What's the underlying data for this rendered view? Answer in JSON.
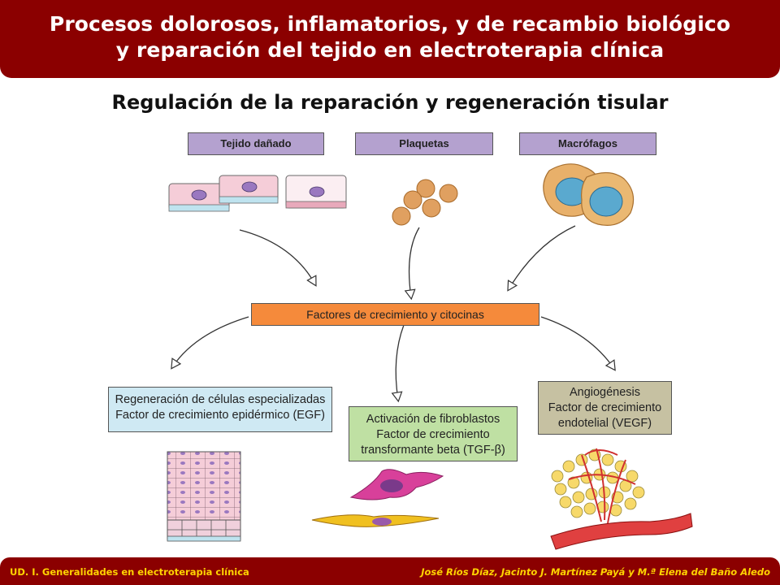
{
  "header": {
    "title_line1": "Procesos dolorosos, inflamatorios, y de recambio biológico",
    "title_line2": "y reparación del tejido en electroterapia clínica"
  },
  "subtitle": "Regulación de la reparación y regeneración tisular",
  "sources": [
    {
      "label": "Tejido dañado"
    },
    {
      "label": "Plaquetas"
    },
    {
      "label": "Macrófagos"
    }
  ],
  "center": {
    "label": "Factores de crecimiento y citocinas"
  },
  "outcomes": {
    "regeneration": {
      "line1": "Regeneración de células especializadas",
      "line2": "Factor de crecimiento epidérmico (EGF)"
    },
    "fibroblasts": {
      "line1": "Activación de fibroblastos",
      "line2": "Factor de crecimiento",
      "line3": "transformante beta (TGF-β)"
    },
    "angiogenesis": {
      "line1": "Angiogénesis",
      "line2": "Factor de crecimiento",
      "line3": "endotelial (VEGF)"
    }
  },
  "footer": {
    "left": "UD. I. Generalidades en electroterapia clínica",
    "right": "José Ríos Díaz, Jacinto J. Martínez Payá y M.ª Elena del Baño Aledo"
  },
  "colors": {
    "header_bg": "#8b0000",
    "footer_text": "#ffd400",
    "source_box": "#b4a1cf",
    "center_box": "#f58a3b",
    "regeneration_box": "#cfe9f3",
    "fibroblast_box": "#bfe0a3",
    "angiogenesis_box": "#c6c1a2"
  }
}
